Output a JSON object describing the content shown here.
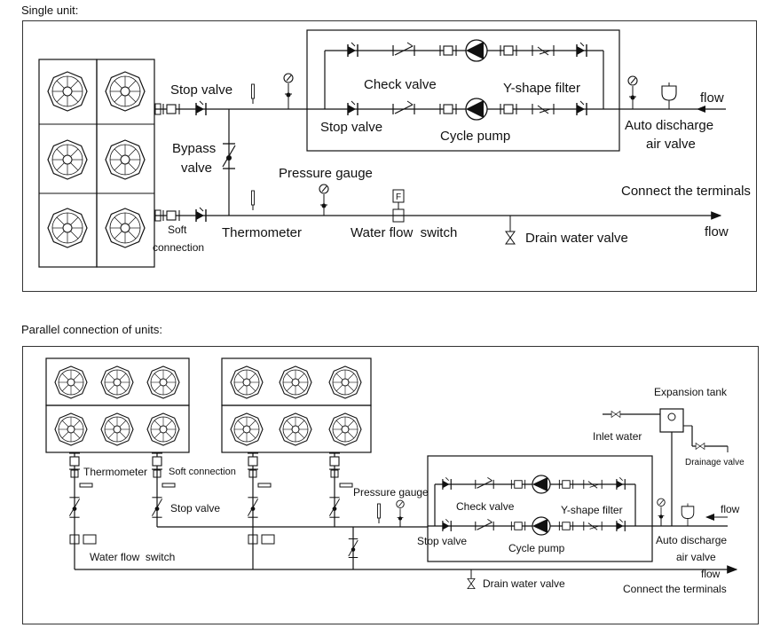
{
  "single": {
    "heading": "Single unit:",
    "labels": {
      "stop_valve_1": "Stop valve",
      "check_valve": "Check valve",
      "y_filter": "Y-shape filter",
      "flow_1": "flow",
      "stop_valve_2": "Stop valve",
      "cycle_pump": "Cycle pump",
      "auto_discharge_1": "Auto discharge",
      "auto_discharge_2": "air valve",
      "bypass_1": "Bypass",
      "bypass_2": "valve",
      "pressure_gauge": "Pressure gauge",
      "connect_terminals": "Connect the terminals",
      "soft_1": "Soft",
      "soft_2": "connection",
      "thermometer": "Thermometer",
      "water_flow_switch": "Water flow  switch",
      "drain_valve": "Drain water valve",
      "flow_2": "flow"
    }
  },
  "parallel": {
    "heading": "Parallel connection of units:",
    "labels": {
      "expansion_tank": "Expansion tank",
      "inlet_water": "Inlet water",
      "drainage_valve": "Drainage valve",
      "thermometer": "Thermometer",
      "soft_connection": "Soft connection",
      "pressure_gauge": "Pressure gauge",
      "stop_valve_a": "Stop valve",
      "check_valve": "Check valve",
      "y_filter": "Y-shape filter",
      "flow_1": "flow",
      "water_flow_switch": "Water flow  switch",
      "stop_valve_b": "Stop valve",
      "cycle_pump": "Cycle pump",
      "auto_discharge_1": "Auto discharge",
      "auto_discharge_2": "air valve",
      "flow_2": "flow",
      "drain_valve": "Drain water valve",
      "connect_terminals": "Connect the terminals"
    }
  }
}
